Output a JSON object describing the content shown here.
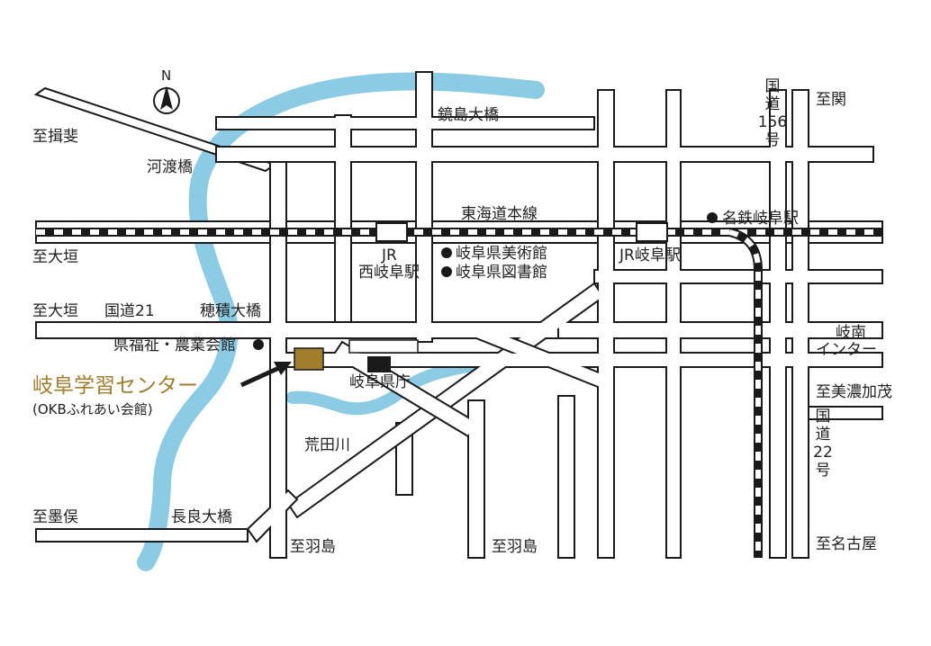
{
  "colors": {
    "river": "#8ccbe4",
    "road_outline": "#1a1a1a",
    "road_fill": "#ffffff",
    "highlight": "#a07e2c",
    "building": "#1a1a1a"
  },
  "compass": {
    "north_label": "N"
  },
  "rail": {
    "tokaido_line": "東海道本線",
    "jr_nishigifu_line1": "JR",
    "jr_nishigifu_line2": "西岐阜駅",
    "jr_gifu": "JR岐阜駅",
    "meitetsu_gifu": "名鉄岐阜駅"
  },
  "labels": {
    "to_ibi": "至揖斐",
    "kawatari_bridge": "河渡橋",
    "kagashima_bridge": "鏡島大橋",
    "to_ogaki_1": "至大垣",
    "to_ogaki_2": "至大垣",
    "route21": "国道21",
    "hozumi_bridge": "穂積大橋",
    "arata_river": "荒田川",
    "to_sunomata": "至墨俣",
    "nagara_bridge": "長良大橋",
    "to_hashima_1": "至羽島",
    "to_hashima_2": "至羽島",
    "route156": "国道156号",
    "to_seki": "至関",
    "ginan_ic_1": "岐南",
    "ginan_ic_2": "インター",
    "to_minokamo": "至美濃加茂",
    "route22": "国道22号",
    "to_nagoya": "至名古屋"
  },
  "facilities": {
    "art_museum": "岐阜県美術館",
    "library": "岐阜県図書館",
    "welfare_hall": "県福祉・農業会館",
    "prefectural_office": "岐阜県庁"
  },
  "destination": {
    "name": "岐阜学習センター",
    "subname": "(OKBふれあい会館)"
  }
}
